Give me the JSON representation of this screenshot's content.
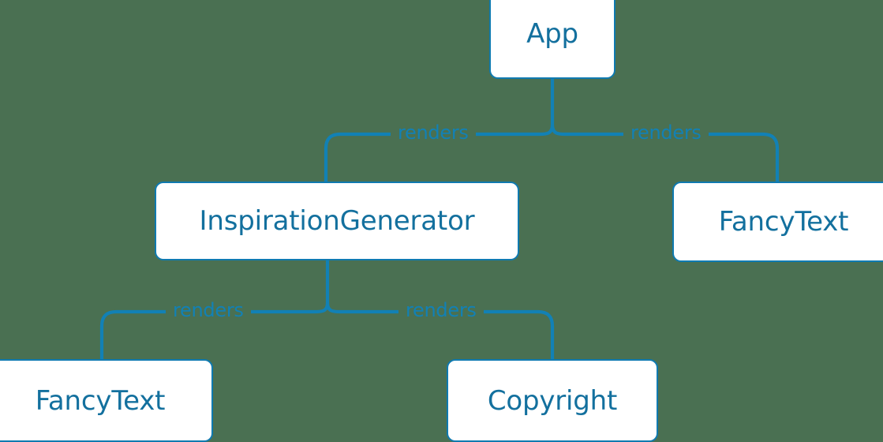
{
  "diagram": {
    "type": "component-tree",
    "background_color": "#4a7052",
    "node_fill_color": "#ffffff",
    "node_border_color": "#0f7ab0",
    "text_color": "#13709e",
    "edge_color": "#1281b5",
    "nodes": [
      {
        "id": "app",
        "label": "App"
      },
      {
        "id": "inspiration-generator",
        "label": "InspirationGenerator"
      },
      {
        "id": "fancytext-right",
        "label": "FancyText"
      },
      {
        "id": "fancytext-bottom",
        "label": "FancyText"
      },
      {
        "id": "copyright",
        "label": "Copyright"
      }
    ],
    "edges": [
      {
        "from": "app",
        "to": "inspiration-generator",
        "label": "renders"
      },
      {
        "from": "app",
        "to": "fancytext-right",
        "label": "renders"
      },
      {
        "from": "inspiration-generator",
        "to": "fancytext-bottom",
        "label": "renders"
      },
      {
        "from": "inspiration-generator",
        "to": "copyright",
        "label": "renders"
      }
    ]
  }
}
